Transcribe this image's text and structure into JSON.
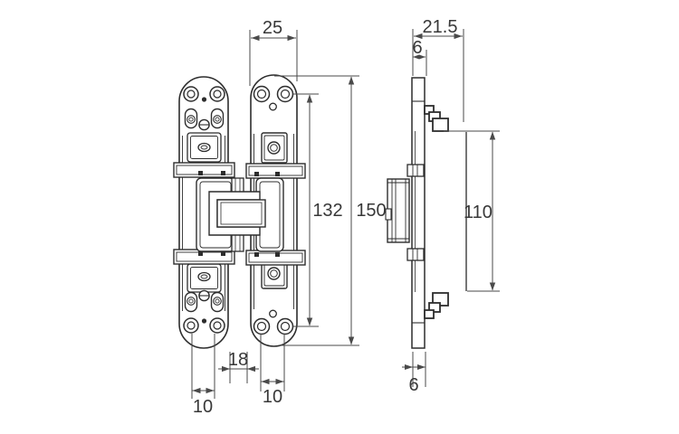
{
  "drawing": {
    "type": "technical-drawing",
    "subject": "3D adjustable concealed hinge - orthographic views",
    "units": "mm",
    "front_view": {
      "dims": {
        "leaf_width": "25",
        "hole_span": "132",
        "total_height": "150",
        "leaf_gap": "18",
        "left_hole_spacing": "10",
        "right_hole_spacing": "10"
      }
    },
    "side_view": {
      "dims": {
        "overall_depth": "21.5",
        "top_thickness": "6",
        "body_height": "110",
        "bottom_thickness": "6"
      }
    }
  }
}
